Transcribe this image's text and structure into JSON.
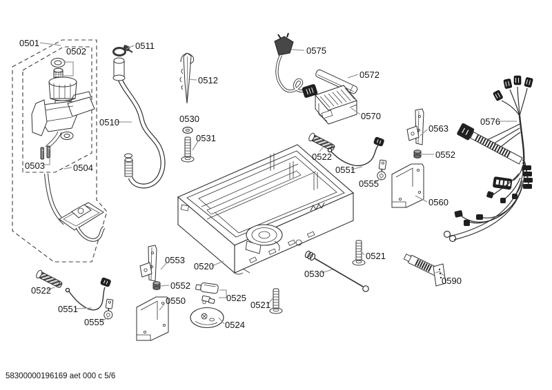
{
  "page": {
    "background": "#ffffff",
    "ink": "#2e2e2e",
    "leader_color": "#9b9b9b"
  },
  "footer": {
    "code": "58300000196169 aet 000 c 5/6"
  },
  "diagram": {
    "kind": "exploded-parts-diagram",
    "callouts": [
      {
        "label": "0501"
      },
      {
        "label": "0502"
      },
      {
        "label": "0503"
      },
      {
        "label": "0504"
      },
      {
        "label": "0511"
      },
      {
        "label": "0510"
      },
      {
        "label": "0512"
      },
      {
        "label": "0530"
      },
      {
        "label": "0531"
      },
      {
        "label": "0575"
      },
      {
        "label": "0572"
      },
      {
        "label": "0570"
      },
      {
        "label": "0563"
      },
      {
        "label": "0552"
      },
      {
        "label": "0560"
      },
      {
        "label": "0576"
      },
      {
        "label": "0522"
      },
      {
        "label": "0551"
      },
      {
        "label": "0555"
      },
      {
        "label": "0520"
      },
      {
        "label": "0521"
      },
      {
        "label": "0530"
      },
      {
        "label": "0590"
      },
      {
        "label": "0553"
      },
      {
        "label": "0552"
      },
      {
        "label": "0550"
      },
      {
        "label": "0522"
      },
      {
        "label": "0551"
      },
      {
        "label": "0555"
      },
      {
        "label": "0525"
      },
      {
        "label": "0524"
      },
      {
        "label": "0521"
      }
    ]
  }
}
